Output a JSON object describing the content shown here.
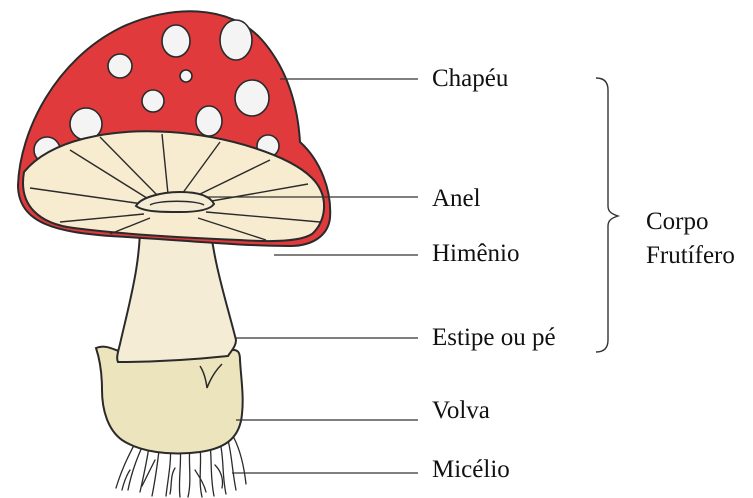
{
  "diagram": {
    "labels": {
      "chapeu": "Chapéu",
      "anel": "Anel",
      "himenio": "Himênio",
      "estipe": "Estipe ou pé",
      "volva": "Volva",
      "micelio": "Micélio"
    },
    "group": {
      "line1": "Corpo",
      "line2": "Frutífero"
    },
    "colors": {
      "cap_red": "#e03a3d",
      "cap_spots": "#f4f4f4",
      "gills": "#f8ecd0",
      "stipe": "#f5ecd6",
      "volva": "#ece4bd",
      "outline": "#2a2a2a",
      "leader_lines": "#333333"
    }
  }
}
